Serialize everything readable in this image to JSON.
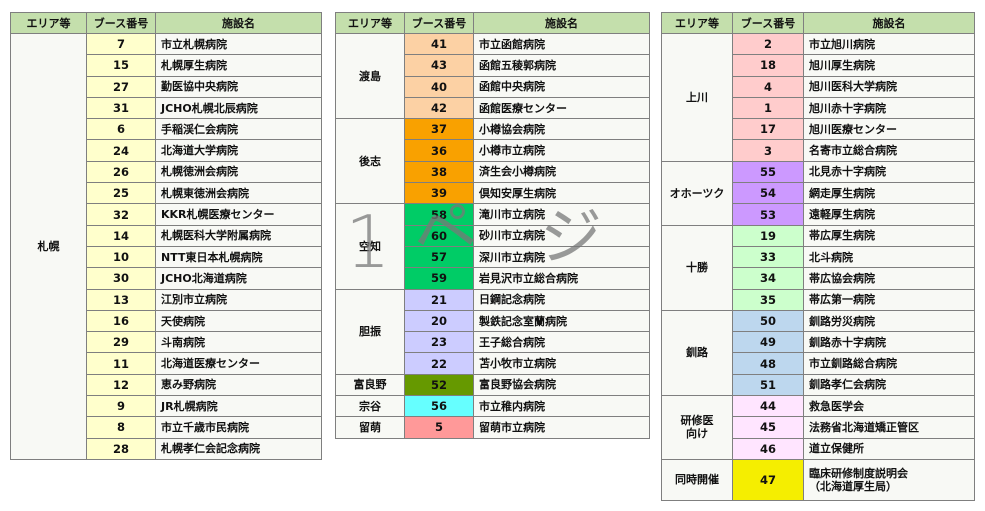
{
  "headers": {
    "area": "エリア等",
    "booth": "ブース番号",
    "facility": "施設名"
  },
  "watermark": {
    "digit": "1",
    "kana1": "ペ",
    "kana2": "ジ",
    "full": "1ページ"
  },
  "colors": {
    "header_bg": "#c4dfac",
    "sapporo": "#ffffcc",
    "oshima": "#fcd1a4",
    "shiribeshi": "#f9a100",
    "sorachi": "#00cc66",
    "iburi": "#ccccff",
    "furano": "#669900",
    "soya": "#66ffff",
    "rumoi": "#ff9999",
    "kamikawa": "#ffcccc",
    "okhotsk": "#cc99ff",
    "tokachi": "#ccffcc",
    "kushiro": "#bdd7ee",
    "resident": "#ffe5ff",
    "concurrent": "#f5ee00"
  },
  "tables": [
    {
      "groups": [
        {
          "area": "札幌",
          "rows": [
            {
              "booth": "7",
              "name": "市立札幌病院"
            },
            {
              "booth": "15",
              "name": "札幌厚生病院"
            },
            {
              "booth": "27",
              "name": "勤医協中央病院"
            },
            {
              "booth": "31",
              "name": "JCHO札幌北辰病院"
            },
            {
              "booth": "6",
              "name": "手稲渓仁会病院"
            },
            {
              "booth": "24",
              "name": "北海道大学病院"
            },
            {
              "booth": "26",
              "name": "札幌徳洲会病院"
            },
            {
              "booth": "25",
              "name": "札幌東徳洲会病院"
            },
            {
              "booth": "32",
              "name": "KKR札幌医療センター"
            },
            {
              "booth": "14",
              "name": "札幌医科大学附属病院"
            },
            {
              "booth": "10",
              "name": "NTT東日本札幌病院"
            },
            {
              "booth": "30",
              "name": "JCHO北海道病院"
            },
            {
              "booth": "13",
              "name": "江別市立病院"
            },
            {
              "booth": "16",
              "name": "天使病院"
            },
            {
              "booth": "29",
              "name": "斗南病院"
            },
            {
              "booth": "11",
              "name": "北海道医療センター"
            },
            {
              "booth": "12",
              "name": "恵み野病院"
            },
            {
              "booth": "9",
              "name": "JR札幌病院"
            },
            {
              "booth": "8",
              "name": "市立千歳市民病院"
            },
            {
              "booth": "28",
              "name": "札幌孝仁会記念病院"
            }
          ]
        }
      ]
    },
    {
      "groups": [
        {
          "area": "渡島",
          "rows": [
            {
              "booth": "41",
              "name": "市立函館病院"
            },
            {
              "booth": "43",
              "name": "函館五稜郭病院"
            },
            {
              "booth": "40",
              "name": "函館中央病院"
            },
            {
              "booth": "42",
              "name": "函館医療センター"
            }
          ]
        },
        {
          "area": "後志",
          "rows": [
            {
              "booth": "37",
              "name": "小樽協会病院"
            },
            {
              "booth": "36",
              "name": "小樽市立病院"
            },
            {
              "booth": "38",
              "name": "済生会小樽病院"
            },
            {
              "booth": "39",
              "name": "倶知安厚生病院"
            }
          ]
        },
        {
          "area": "空知",
          "rows": [
            {
              "booth": "58",
              "name": "滝川市立病院"
            },
            {
              "booth": "60",
              "name": "砂川市立病院"
            },
            {
              "booth": "57",
              "name": "深川市立病院"
            },
            {
              "booth": "59",
              "name": "岩見沢市立総合病院"
            }
          ]
        },
        {
          "area": "胆振",
          "rows": [
            {
              "booth": "21",
              "name": "日鋼記念病院"
            },
            {
              "booth": "20",
              "name": "製鉄記念室蘭病院"
            },
            {
              "booth": "23",
              "name": "王子総合病院"
            },
            {
              "booth": "22",
              "name": "苫小牧市立病院"
            }
          ]
        },
        {
          "area": "富良野",
          "rows": [
            {
              "booth": "52",
              "name": "富良野協会病院"
            }
          ]
        },
        {
          "area": "宗谷",
          "rows": [
            {
              "booth": "56",
              "name": "市立稚内病院"
            }
          ]
        },
        {
          "area": "留萌",
          "rows": [
            {
              "booth": "5",
              "name": "留萌市立病院"
            }
          ]
        }
      ]
    },
    {
      "groups": [
        {
          "area": "上川",
          "rows": [
            {
              "booth": "2",
              "name": "市立旭川病院"
            },
            {
              "booth": "18",
              "name": "旭川厚生病院"
            },
            {
              "booth": "4",
              "name": "旭川医科大学病院"
            },
            {
              "booth": "1",
              "name": "旭川赤十字病院"
            },
            {
              "booth": "17",
              "name": "旭川医療センター"
            },
            {
              "booth": "3",
              "name": "名寄市立総合病院"
            }
          ]
        },
        {
          "area": "オホーツク",
          "rows": [
            {
              "booth": "55",
              "name": "北見赤十字病院"
            },
            {
              "booth": "54",
              "name": "網走厚生病院"
            },
            {
              "booth": "53",
              "name": "遠軽厚生病院"
            }
          ]
        },
        {
          "area": "十勝",
          "rows": [
            {
              "booth": "19",
              "name": "帯広厚生病院"
            },
            {
              "booth": "33",
              "name": "北斗病院"
            },
            {
              "booth": "34",
              "name": "帯広協会病院"
            },
            {
              "booth": "35",
              "name": "帯広第一病院"
            }
          ]
        },
        {
          "area": "釧路",
          "rows": [
            {
              "booth": "50",
              "name": "釧路労災病院"
            },
            {
              "booth": "49",
              "name": "釧路赤十字病院"
            },
            {
              "booth": "48",
              "name": "市立釧路総合病院"
            },
            {
              "booth": "51",
              "name": "釧路孝仁会病院"
            }
          ]
        },
        {
          "area_line1": "研修医",
          "area_line2": "向け",
          "area": "研修医向け",
          "rows": [
            {
              "booth": "44",
              "name": "救急医学会"
            },
            {
              "booth": "45",
              "name": "法務省北海道矯正管区"
            },
            {
              "booth": "46",
              "name": "道立保健所"
            }
          ]
        },
        {
          "area": "同時開催",
          "rows": [
            {
              "booth": "47",
              "name_line1": "臨床研修制度説明会",
              "name_line2": "（北海道厚生局）",
              "name": "臨床研修制度説明会（北海道厚生局）"
            }
          ]
        }
      ]
    }
  ]
}
